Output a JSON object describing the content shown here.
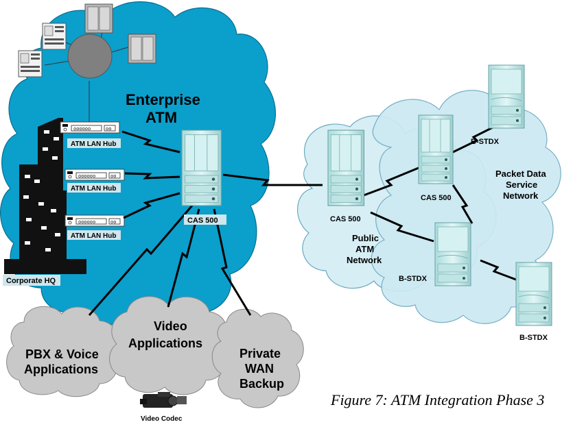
{
  "enterprise_cloud": {
    "line1": "Enterprise",
    "line2": "ATM",
    "color": "#0b9fcc"
  },
  "public_cloud": {
    "line1": "Public",
    "line2": "ATM",
    "line3": "Network",
    "color": "#c8e8f2"
  },
  "packet_cloud": {
    "line1": "Packet Data",
    "line2": "Service",
    "line3": "Network"
  },
  "hubs": [
    "ATM LAN Hub",
    "ATM LAN Hub",
    "ATM LAN Hub"
  ],
  "hq_label": "Corporate HQ",
  "cas_enterprise": "CAS 500",
  "cas_public_a": "CAS 500",
  "cas_public_b": "CAS 500",
  "bstdx_a": "B-STDX",
  "bstdx_b": "B-STDX",
  "bstdx_c": "B-STDX",
  "app_pbx": {
    "line1": "PBX & Voice",
    "line2": "Applications"
  },
  "app_video": {
    "line1": "Video",
    "line2": "Applications"
  },
  "app_wan": {
    "line1": "Private",
    "line2": "WAN",
    "line3": "Backup"
  },
  "codec_label": "Video Codec",
  "caption": "Figure 7:  ATM Integration Phase 3",
  "colors": {
    "switch": "#c9ecec",
    "switch_dark": "#8fbfc0",
    "app_cloud": "#c8c8c8",
    "hq": "#111111"
  }
}
